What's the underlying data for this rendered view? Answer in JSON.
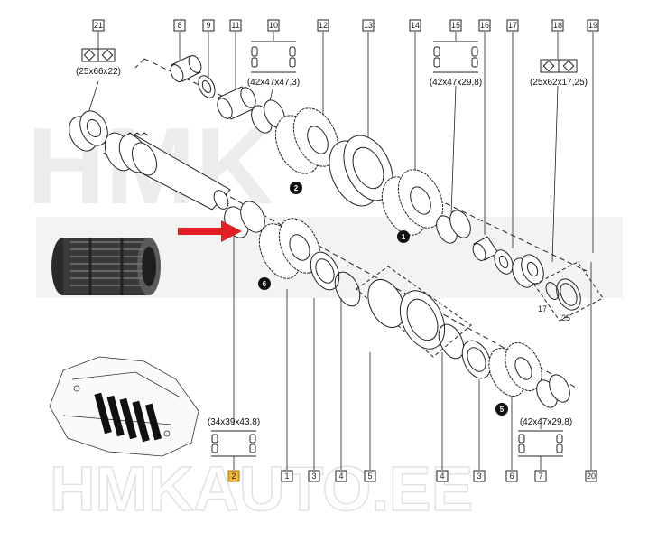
{
  "watermark": {
    "brand": "HMK",
    "url": "HMKAUTO.EE"
  },
  "callouts": {
    "top": [
      "21",
      "8",
      "9",
      "11",
      "10",
      "12",
      "13",
      "14",
      "15",
      "16",
      "17",
      "18",
      "19"
    ],
    "bottom": [
      "2",
      "1",
      "3",
      "4",
      "5",
      "4",
      "3",
      "6",
      "7",
      "20"
    ],
    "highlight": "2"
  },
  "dimensions": {
    "d21": "(25x66x22)",
    "d10": "(42x47x47,3)",
    "d15": "(42x47x29,8)",
    "d18": "(25x62x17,25)",
    "d2": "(34x39x43,8)",
    "d7": "(42x47x29,8)"
  },
  "gear_markers": [
    "2",
    "1",
    "6",
    "5"
  ],
  "snap_ring_label": {
    "a": "17",
    "b": "25"
  },
  "colors": {
    "line": "#222222",
    "highlight": "#f2b234",
    "arrow": "#e31e24",
    "watermark": "#ececec"
  }
}
